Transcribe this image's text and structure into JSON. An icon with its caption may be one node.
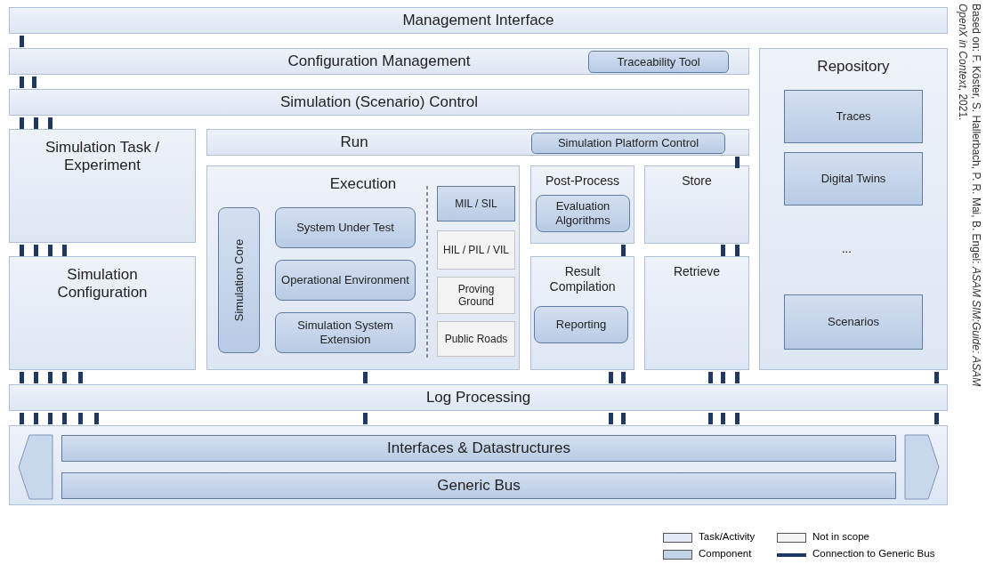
{
  "diagram": {
    "nodes": [
      {
        "text": [
          "Management Interface"
        ]
      },
      {
        "text": [
          "Configuration Management"
        ]
      },
      {
        "text": [
          "Traceability Tool"
        ],
        "in": 1
      },
      {
        "text": [
          "Simulation (Scenario) Control"
        ]
      },
      {
        "text": [
          "Repository"
        ]
      },
      {
        "text": [
          "Traces"
        ],
        "in": 4
      },
      {
        "text": [
          "Digital Twins"
        ],
        "in": 4
      },
      {
        "text": [
          "Scenarios"
        ],
        "in": 4
      },
      {
        "text": [
          "Simulation Task / Experiment"
        ]
      },
      {
        "text": [
          "Run"
        ]
      },
      {
        "text": [
          "Simulation Platform Control"
        ],
        "in": 9
      },
      {
        "text": [
          "Execution"
        ]
      },
      {
        "text": [
          "Simulation Core"
        ],
        "in": 11
      },
      {
        "text": [
          "System Under Test"
        ],
        "in": 11
      },
      {
        "text": [
          "Operational Environment"
        ],
        "in": 11
      },
      {
        "text": [
          "Simulation System Extension"
        ],
        "in": 11
      },
      {
        "text": [
          "MIL / SIL"
        ],
        "in": 11
      },
      {
        "text": [
          "HIL / PIL / VIL"
        ],
        "in": 11
      },
      {
        "text": [
          "Proving Ground"
        ],
        "in": 11
      },
      {
        "text": [
          "Public Roads"
        ],
        "in": 11
      },
      {
        "text": [
          "Post-Process"
        ]
      },
      {
        "text": [
          "Evaluation Algorithms"
        ],
        "in": 20
      },
      {
        "text": [
          "Store"
        ]
      },
      {
        "text": [
          "Simulation Configuration"
        ]
      },
      {
        "text": [
          "Result Compilation"
        ]
      },
      {
        "text": [
          "Reporting"
        ],
        "in": 24
      },
      {
        "text": [
          "Retrieve"
        ]
      },
      {
        "text": [
          "Log Processing"
        ]
      },
      {
        "text": [],
        "shape": "box"
      },
      {
        "text": [
          "Interfaces & Datastructures"
        ],
        "in": 28
      },
      {
        "text": [
          "Generic Bus"
        ],
        "in": 28
      }
    ],
    "labels": [
      "...",
      "Based on: F. Köster, S. Hallerbach, P. R. Mai, B. Engel: *ASAM SIM:Guide: ASAM OpenX in Context*, 2021."
    ],
    "legend": [
      {
        "text": "Task/Activity",
        "color": "#e3eaf5"
      },
      {
        "text": "Not in scope",
        "color": "#f3f3f3"
      },
      {
        "text": "Component",
        "color": "#c3d3e9"
      },
      {
        "text": "Connection to Generic Bus"
      }
    ]
  }
}
